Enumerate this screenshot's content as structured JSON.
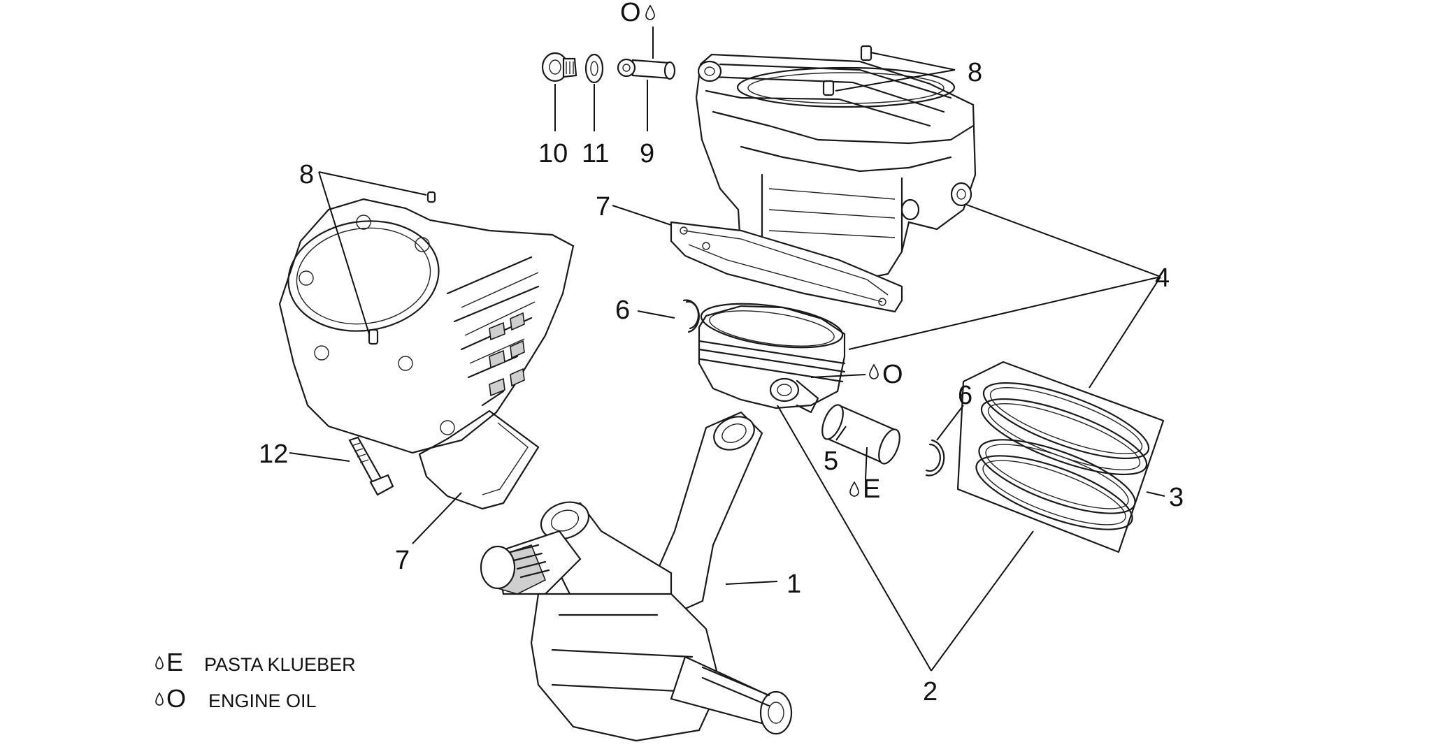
{
  "callouts": {
    "c1": "1",
    "c2": "2",
    "c3": "3",
    "c4": "4",
    "c5": "5",
    "c6a": "6",
    "c6b": "6",
    "c7a": "7",
    "c7b": "7",
    "c8a": "8",
    "c8b": "8",
    "c9": "9",
    "c10": "10",
    "c11": "11",
    "c12": "12",
    "lubE": "E",
    "lubO1": "O",
    "lubO2": "O"
  },
  "legend": {
    "items": [
      {
        "symbol": "E",
        "text": "PASTA KLUEBER"
      },
      {
        "symbol": "O",
        "text": "ENGINE OIL"
      }
    ]
  }
}
